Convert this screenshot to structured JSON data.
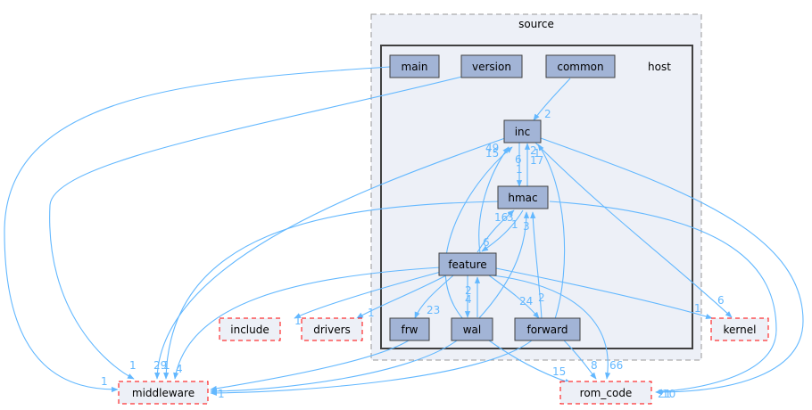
{
  "clusters": {
    "source": "source",
    "host": "host"
  },
  "nodes": {
    "main": "main",
    "version": "version",
    "common": "common",
    "inc": "inc",
    "hmac": "hmac",
    "feature": "feature",
    "frw": "frw",
    "wal": "wal",
    "forward": "forward",
    "include": "include",
    "drivers": "drivers",
    "kernel": "kernel",
    "middleware": "middleware",
    "rom_code": "rom_code"
  },
  "edge_labels": {
    "common_inc": "2",
    "inc_hmac_a": "6",
    "inc_hmac_b": "1",
    "hmac_inc": "17",
    "forward_inc_a": "2",
    "forward_inc_b": "1",
    "feature_inc_a": "49",
    "feature_inc_b": "15",
    "feature_hmac_a": "16",
    "feature_hmac_b": "3",
    "hmac_feature_a": "1",
    "hmac_feature_b": "6",
    "wal_hmac": "3",
    "forward_hmac": "2",
    "feature_wal": "2",
    "wal_feature": "4",
    "feature_frw": "23",
    "feature_forward": "24",
    "feature_include": "1",
    "feature_drivers": "1",
    "feature_kernel": "1",
    "inc_kernel": "6",
    "forward_rom": "8",
    "wal_rom": "15",
    "feature_rom": "66",
    "main_mw": "1",
    "version_mw": "1",
    "mw_in_a": "29",
    "mw_in_b": "1",
    "mw_in_c": "4",
    "mw_side": "1",
    "rom_side_a": "21",
    "rom_side_b": "10"
  },
  "colors": {
    "edge": "#63b8ff",
    "node_fill": "#a2b4d6",
    "cluster_fill": "#edf0f7",
    "dashed_border": "#ff0000"
  }
}
